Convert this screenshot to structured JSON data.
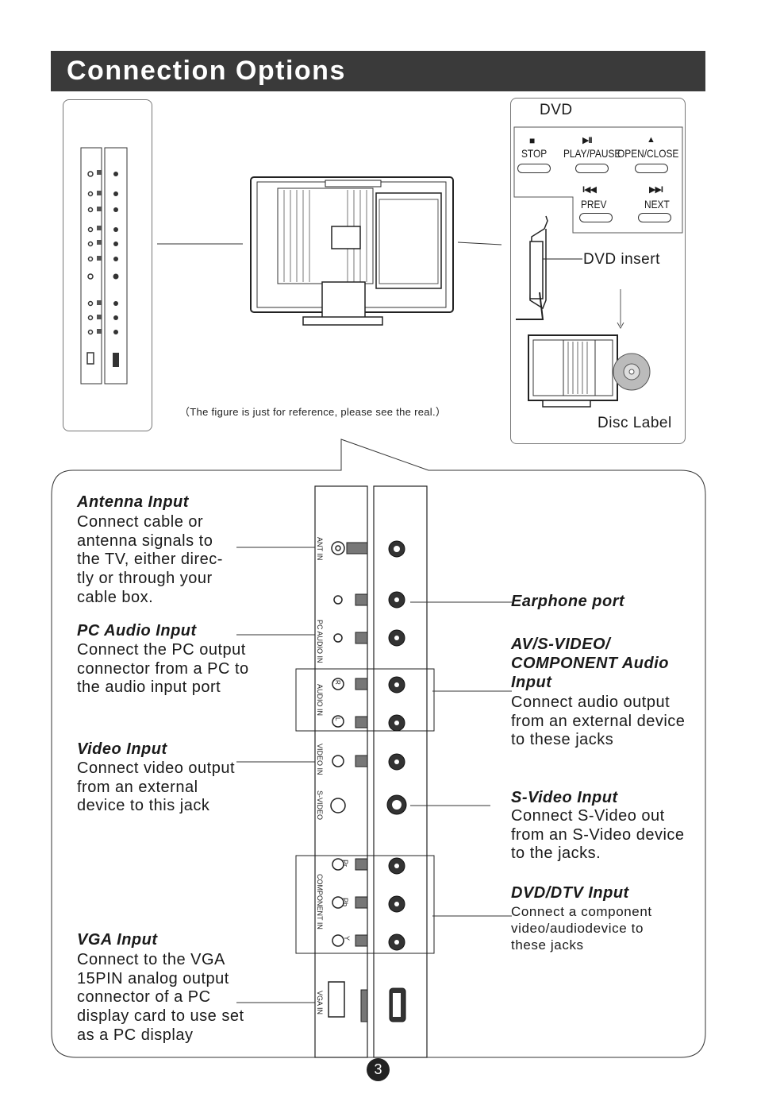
{
  "header": {
    "title": "Connection Options"
  },
  "figure": {
    "caption": "（The figure is just for reference, please see the real.）"
  },
  "dvd": {
    "title": "DVD",
    "buttons": [
      {
        "label": "STOP",
        "icon": "stop-icon",
        "glyph": "■"
      },
      {
        "label": "PLAY/PAUSE",
        "icon": "play-pause-icon",
        "glyph": "▶II"
      },
      {
        "label": "OPEN/CLOSE",
        "icon": "eject-icon",
        "glyph": "▲"
      },
      {
        "label": "PREV",
        "icon": "previous-icon",
        "glyph": "I◀◀"
      },
      {
        "label": "NEXT",
        "icon": "next-icon",
        "glyph": "▶▶I"
      }
    ],
    "insert_label": "DVD insert",
    "disc_label": "Disc Label"
  },
  "panel_labels": {
    "ant_in": "ANT IN",
    "pc_audio_in": "PC AUDIO IN",
    "audio_in": "AUDIO IN",
    "video_in": "VIDEO IN",
    "s_video": "S-VIDEO",
    "component_in": "COMPONENT IN",
    "vga_in": "VGA IN",
    "pr": "Pr",
    "pb": "Pb",
    "y": "Y",
    "r": "R",
    "l": "L"
  },
  "left_column": [
    {
      "heading": "Antenna Input",
      "text": "Connect cable or\nantenna signals to\nthe TV, either direc-\ntly or through your\ncable box."
    },
    {
      "heading": "PC Audio Input",
      "text": "Connect the PC output\nconnector from a PC to\nthe audio input port"
    },
    {
      "heading": "Video Input",
      "text": "Connect video output\nfrom an external\ndevice to this jack"
    },
    {
      "heading": "VGA  Input",
      "text": "Connect to the VGA\n15PIN analog output\nconnector of a PC\ndisplay card to use set\nas a PC display"
    }
  ],
  "right_column": [
    {
      "heading": "Earphone port",
      "text": ""
    },
    {
      "heading": "AV/S-VIDEO/\nCOMPONENT Audio\nInput",
      "text": "Connect audio output\nfrom an external device\nto these jacks"
    },
    {
      "heading": "S-Video Input",
      "text": "Connect S-Video out\nfrom an S-Video device\nto the jacks."
    },
    {
      "heading": "DVD/DTV Input",
      "text": "Connect a component\nvideo/audiodevice to\nthese jacks"
    }
  ],
  "page_number": "3",
  "colors": {
    "title_bar": "#3a3a3a",
    "title_text": "#ffffff",
    "line": "#333333"
  }
}
